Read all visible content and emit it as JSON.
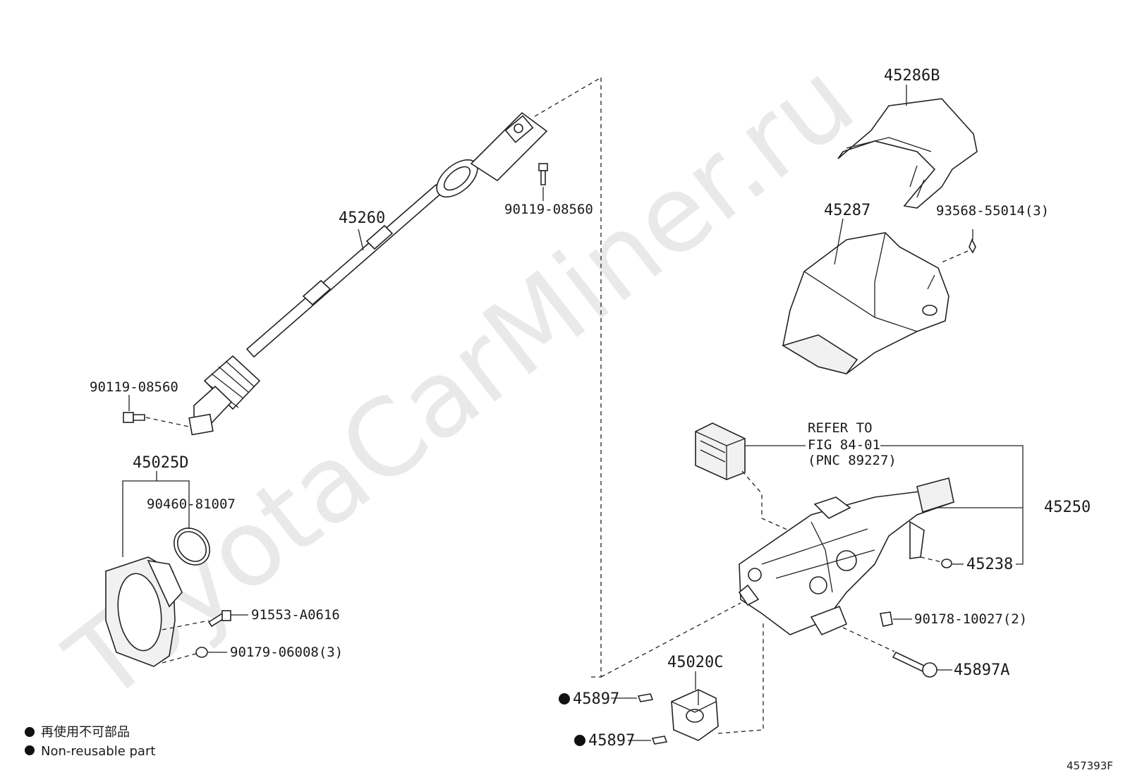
{
  "watermark": "ToyotaCarMiner.ru",
  "figure_id": "457393F",
  "legend": {
    "jp": "再使用不可部品",
    "en": "Non-reusable part"
  },
  "labels": {
    "p45286B": "45286B",
    "p45287": "45287",
    "p93568": "93568-55014(3)",
    "p45260": "45260",
    "p90119a": "90119-08560",
    "p90119b": "90119-08560",
    "p45025D": "45025D",
    "p90460": "90460-81007",
    "p91553": "91553-A0616",
    "p90179": "90179-06008(3)",
    "refer1": "REFER TO",
    "refer2": "FIG 84-01",
    "refer3": "(PNC 89227)",
    "p45250": "45250",
    "p45238": "45238",
    "p90178": "90178-10027(2)",
    "p45897A": "45897A",
    "p45020C": "45020C",
    "p45897a": "45897",
    "p45897b": "45897"
  }
}
